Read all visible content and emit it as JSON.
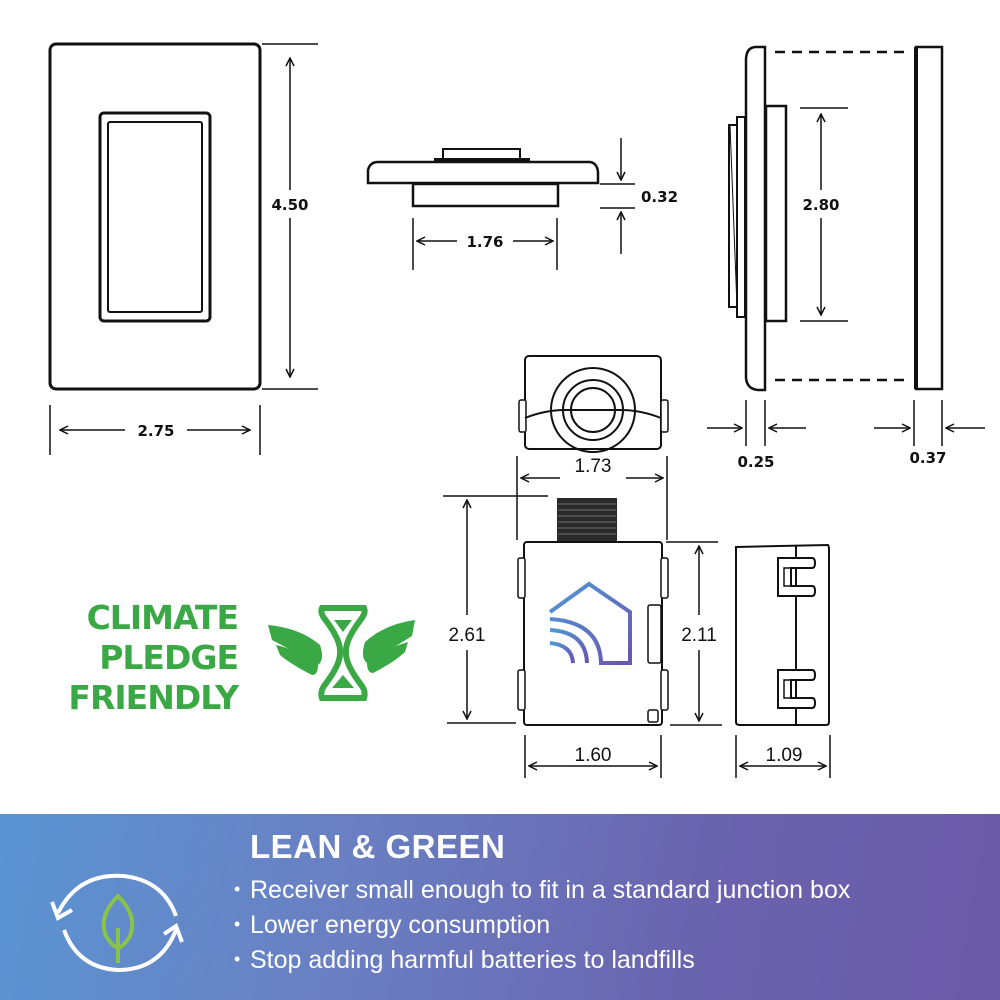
{
  "dimensions": {
    "front_plate_height": "4.50",
    "front_plate_width": "2.75",
    "top_view_width": "1.76",
    "top_view_depth": "0.32",
    "side_view_height": "2.80",
    "side_plate_thickness": "0.25",
    "side_backing_thickness": "0.37",
    "receiver_top_width": "1.73",
    "receiver_total_height": "2.61",
    "receiver_body_height": "2.11",
    "receiver_front_width": "1.60",
    "receiver_side_depth": "1.09"
  },
  "climate_pledge": {
    "line1": "CLIMATE",
    "line2": "PLEDGE",
    "line3": "FRIENDLY",
    "icon": "winged-hourglass-icon",
    "color": "#3aa945"
  },
  "banner": {
    "title": "LEAN & GREEN",
    "icon": "recycle-leaf-icon",
    "bullets": [
      "Receiver small enough to fit in a standard junction box",
      "Lower energy consumption",
      "Stop adding harmful batteries to landfills"
    ],
    "gradient_start": "#5a94d2",
    "gradient_end": "#6a5aa8"
  }
}
